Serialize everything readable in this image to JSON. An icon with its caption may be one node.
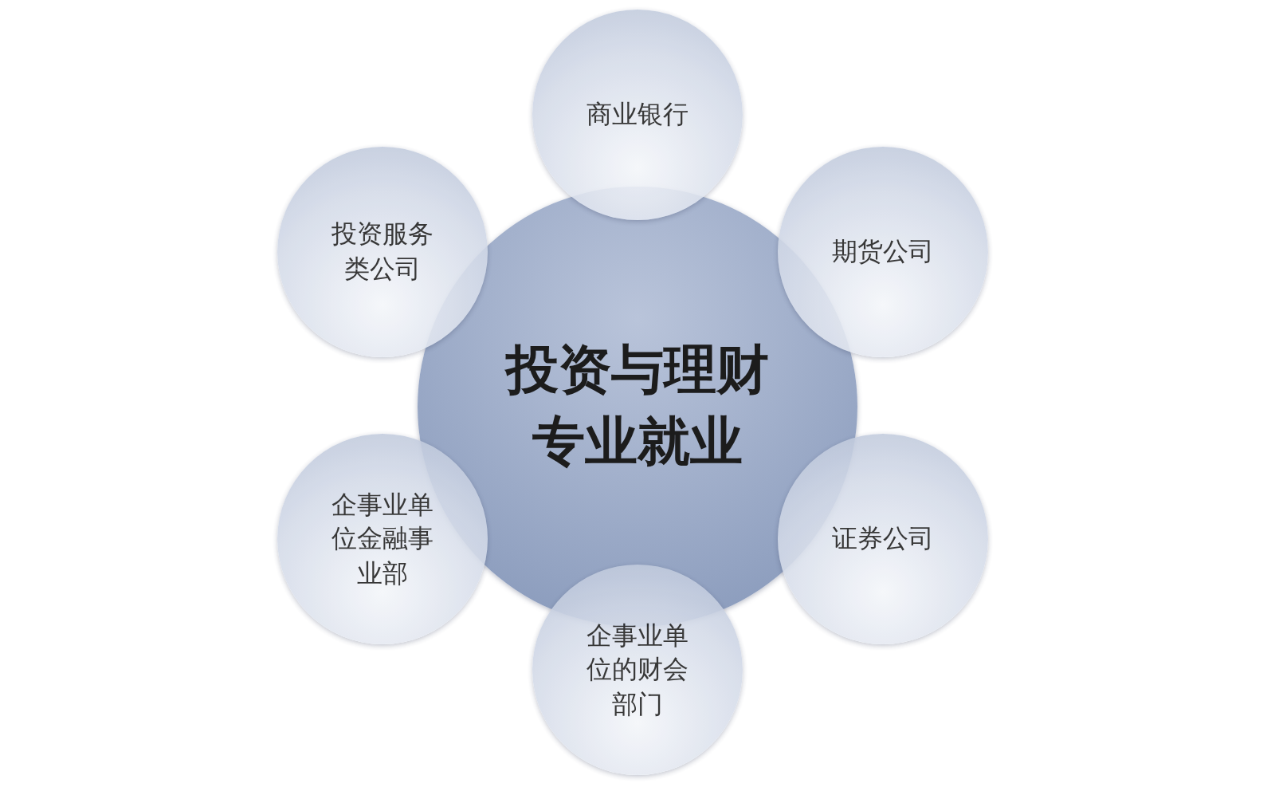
{
  "diagram": {
    "nodes": [
      {
        "text": [
          "投资与理财专业就业"
        ]
      },
      {
        "text": [
          "商业银行"
        ]
      },
      {
        "text": [
          "投资服务类公司"
        ]
      },
      {
        "text": [
          "期货公司"
        ]
      },
      {
        "text": [
          "企事业单位金融事业部"
        ]
      },
      {
        "text": [
          "证券公司"
        ]
      },
      {
        "text": [
          "企事业单位的财会部门"
        ]
      }
    ]
  }
}
